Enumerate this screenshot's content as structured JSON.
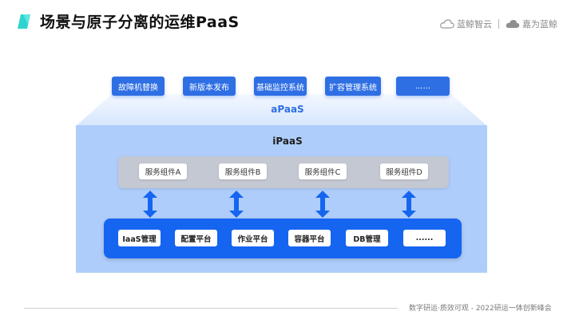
{
  "header": {
    "title": "场景与原子分离的运维PaaS",
    "logo_left": "蓝鲸智云",
    "logo_right": "嘉为蓝鲸"
  },
  "apaas": {
    "label": "aPaaS",
    "items": [
      "故障机替换",
      "新版本发布",
      "基础监控系统",
      "扩容管理系统",
      "......"
    ]
  },
  "ipaas": {
    "label": "iPaaS",
    "services": [
      "服务组件A",
      "服务组件B",
      "服务组件C",
      "服务组件D"
    ],
    "platforms": [
      "IaaS管理",
      "配置平台",
      "作业平台",
      "容器平台",
      "DB管理",
      "......"
    ]
  },
  "footer": {
    "text": "数字研运·质效可观 - 2022研运一体创新峰会"
  },
  "colors": {
    "accent": "#2f6fe4",
    "platform_bar": "#1565f0",
    "ipaas_bg": "#aecdfb",
    "service_bar": "#c3c8d2"
  }
}
